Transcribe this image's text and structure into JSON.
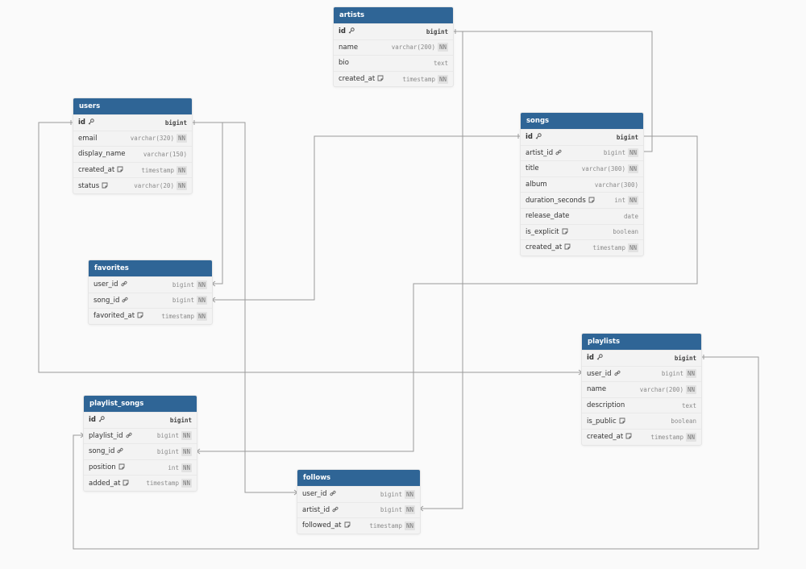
{
  "colors": {
    "header_bg": "#2f6596",
    "header_text": "#ffffff",
    "body_bg": "#f3f3f3",
    "line": "#9a9a9a"
  },
  "icons": {
    "pk": "key-icon",
    "fk": "link-icon",
    "note": "note-icon"
  },
  "tables": [
    {
      "id": "artists",
      "name": "artists",
      "columns": [
        {
          "name": "id",
          "type": "bigint",
          "pk": true,
          "nn": false,
          "icon": "pk"
        },
        {
          "name": "name",
          "type": "varchar(200)",
          "nn": true
        },
        {
          "name": "bio",
          "type": "text",
          "nn": false
        },
        {
          "name": "created_at",
          "type": "timestamp",
          "nn": true,
          "icon": "note"
        }
      ]
    },
    {
      "id": "users",
      "name": "users",
      "columns": [
        {
          "name": "id",
          "type": "bigint",
          "pk": true,
          "nn": false,
          "icon": "pk"
        },
        {
          "name": "email",
          "type": "varchar(320)",
          "nn": true
        },
        {
          "name": "display_name",
          "type": "varchar(150)",
          "nn": false
        },
        {
          "name": "created_at",
          "type": "timestamp",
          "nn": true,
          "icon": "note"
        },
        {
          "name": "status",
          "type": "varchar(20)",
          "nn": true,
          "icon": "note"
        }
      ]
    },
    {
      "id": "songs",
      "name": "songs",
      "columns": [
        {
          "name": "id",
          "type": "bigint",
          "pk": true,
          "nn": false,
          "icon": "pk"
        },
        {
          "name": "artist_id",
          "type": "bigint",
          "nn": true,
          "icon": "fk"
        },
        {
          "name": "title",
          "type": "varchar(300)",
          "nn": true
        },
        {
          "name": "album",
          "type": "varchar(300)",
          "nn": false
        },
        {
          "name": "duration_seconds",
          "type": "int",
          "nn": true,
          "icon": "note"
        },
        {
          "name": "release_date",
          "type": "date",
          "nn": false
        },
        {
          "name": "is_explicit",
          "type": "boolean",
          "nn": false,
          "icon": "note"
        },
        {
          "name": "created_at",
          "type": "timestamp",
          "nn": true,
          "icon": "note"
        }
      ]
    },
    {
      "id": "favorites",
      "name": "favorites",
      "columns": [
        {
          "name": "user_id",
          "type": "bigint",
          "nn": true,
          "icon": "fk"
        },
        {
          "name": "song_id",
          "type": "bigint",
          "nn": true,
          "icon": "fk"
        },
        {
          "name": "favorited_at",
          "type": "timestamp",
          "nn": true,
          "icon": "note"
        }
      ]
    },
    {
      "id": "playlists",
      "name": "playlists",
      "columns": [
        {
          "name": "id",
          "type": "bigint",
          "pk": true,
          "nn": false,
          "icon": "pk"
        },
        {
          "name": "user_id",
          "type": "bigint",
          "nn": true,
          "icon": "fk"
        },
        {
          "name": "name",
          "type": "varchar(200)",
          "nn": true
        },
        {
          "name": "description",
          "type": "text",
          "nn": false
        },
        {
          "name": "is_public",
          "type": "boolean",
          "nn": false,
          "icon": "note"
        },
        {
          "name": "created_at",
          "type": "timestamp",
          "nn": true,
          "icon": "note"
        }
      ]
    },
    {
      "id": "playlist_songs",
      "name": "playlist_songs",
      "columns": [
        {
          "name": "id",
          "type": "bigint",
          "pk": true,
          "nn": false,
          "icon": "pk"
        },
        {
          "name": "playlist_id",
          "type": "bigint",
          "nn": true,
          "icon": "fk"
        },
        {
          "name": "song_id",
          "type": "bigint",
          "nn": true,
          "icon": "fk"
        },
        {
          "name": "position",
          "type": "int",
          "nn": true,
          "icon": "note"
        },
        {
          "name": "added_at",
          "type": "timestamp",
          "nn": true,
          "icon": "note"
        }
      ]
    },
    {
      "id": "follows",
      "name": "follows",
      "columns": [
        {
          "name": "user_id",
          "type": "bigint",
          "nn": true,
          "icon": "fk"
        },
        {
          "name": "artist_id",
          "type": "bigint",
          "nn": true,
          "icon": "fk"
        },
        {
          "name": "followed_at",
          "type": "timestamp",
          "nn": true,
          "icon": "note"
        }
      ]
    }
  ],
  "relations": [
    {
      "from": "songs.artist_id",
      "to": "artists.id"
    },
    {
      "from": "follows.artist_id",
      "to": "artists.id"
    },
    {
      "from": "favorites.user_id",
      "to": "users.id"
    },
    {
      "from": "follows.user_id",
      "to": "users.id"
    },
    {
      "from": "playlists.user_id",
      "to": "users.id"
    },
    {
      "from": "favorites.song_id",
      "to": "songs.id"
    },
    {
      "from": "playlist_songs.song_id",
      "to": "songs.id"
    },
    {
      "from": "playlist_songs.playlist_id",
      "to": "playlists.id"
    }
  ],
  "nn_label": "NN"
}
